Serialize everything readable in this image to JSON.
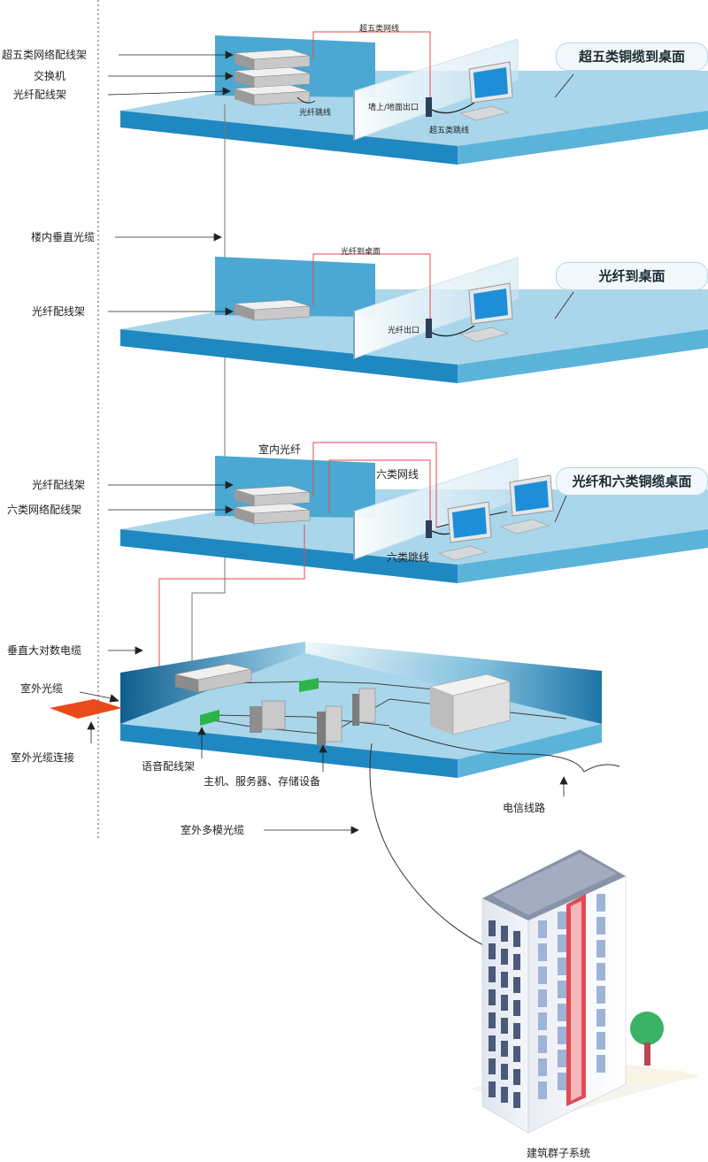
{
  "floor1": {
    "label_cat5e_panel": "超五类网络配线架",
    "label_switch": "交换机",
    "label_fiber_panel": "光纤配线架",
    "label_cat5e_cable": "超五类网线",
    "label_fiber_patch": "光纤跳线",
    "label_wall_outlet": "墙上/地面出口",
    "label_cat5e_patch": "超五类跳线",
    "bubble": "超五类铜缆到桌面"
  },
  "riser": {
    "label_vertical_fiber": "楼内垂直光缆"
  },
  "floor2": {
    "label_fiber_panel": "光纤配线架",
    "label_fiber_to_desk": "光纤到桌面",
    "label_fiber_outlet": "光纤出口",
    "bubble": "光纤到桌面"
  },
  "floor3": {
    "label_indoor_fiber": "室内光纤",
    "label_fiber_panel": "光纤配线架",
    "label_cat6_cable": "六类网线",
    "label_cat6_panel": "六类网络配线架",
    "label_cat6_patch": "六类跳线",
    "bubble": "光纤和六类铜缆桌面"
  },
  "basement": {
    "label_vertical_copper": "垂直大对数电缆",
    "label_outdoor_fiber": "室外光缆",
    "label_outdoor_fiber_conn": "室外光缆连接",
    "label_voice_panel": "语音配线架",
    "label_hosts": "主机、服务器、存储设备",
    "label_telecom_line": "电信线路",
    "label_outdoor_multimode": "室外多模光缆"
  },
  "campus": {
    "label_building_group": "建筑群子系统"
  },
  "colors": {
    "floor_top": "#a9d6ea",
    "floor_front": "#1f88c0",
    "wall": "#4aa8d2",
    "partition": "#dfeef6",
    "fiber_red": "#e8474f",
    "accent_green": "#2db34a"
  }
}
